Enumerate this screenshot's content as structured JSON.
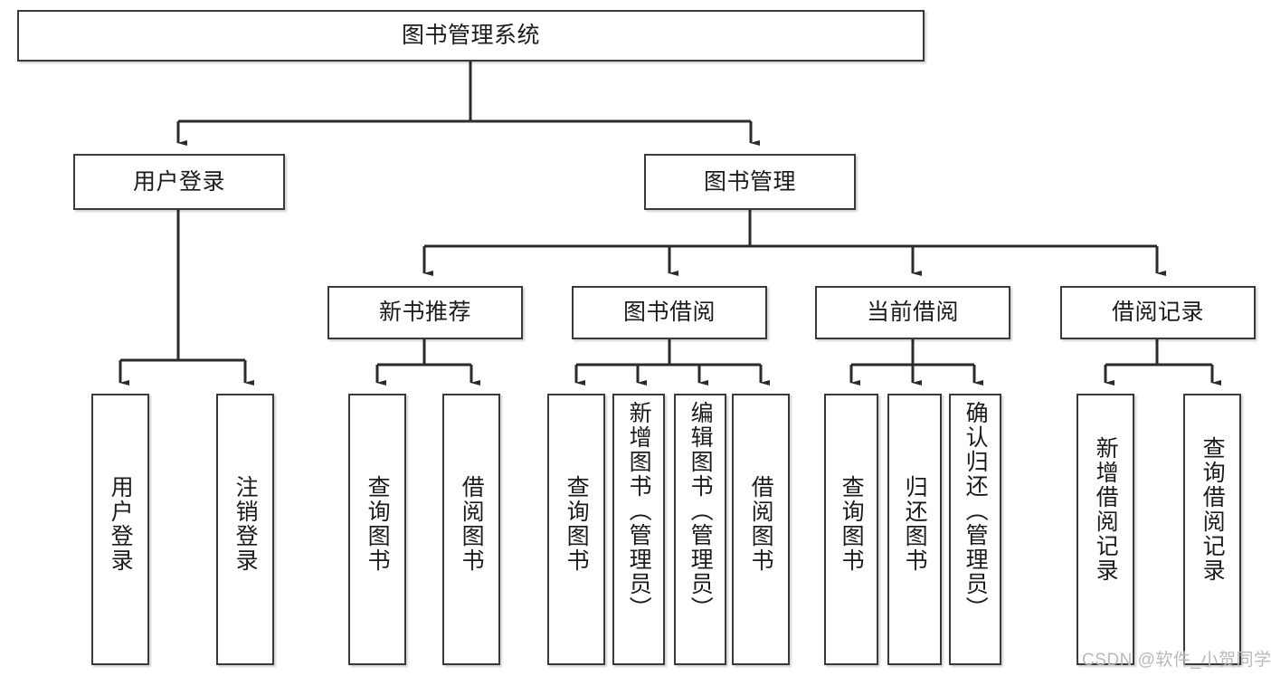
{
  "diagram": {
    "type": "tree-hierarchy",
    "title": "图书管理系统",
    "watermark": "CSDN @软件_小贺同学",
    "colors": {
      "border": "#3a3a3a",
      "background": "#ffffff",
      "text": "#1b1b1b",
      "connector": "#2b2b2b",
      "watermark": "#b9b9b9"
    },
    "levels": {
      "root": {
        "label": "图书管理系统"
      },
      "level2": [
        {
          "label": "用户登录"
        },
        {
          "label": "图书管理"
        }
      ],
      "level3": [
        {
          "label": "新书推荐"
        },
        {
          "label": "图书借阅"
        },
        {
          "label": "当前借阅"
        },
        {
          "label": "借阅记录"
        }
      ],
      "leaves": {
        "user_login": [
          {
            "label": "用户登录"
          },
          {
            "label": "注销登录"
          }
        ],
        "new_book_recommend": [
          {
            "label": "查询图书"
          },
          {
            "label": "借阅图书"
          }
        ],
        "book_borrow": [
          {
            "label": "查询图书"
          },
          {
            "label": "新增图书（管理员）"
          },
          {
            "label": "编辑图书（管理员）"
          },
          {
            "label": "借阅图书"
          }
        ],
        "current_borrow": [
          {
            "label": "查询图书"
          },
          {
            "label": "归还图书"
          },
          {
            "label": "确认归还（管理员）"
          }
        ],
        "borrow_record": [
          {
            "label": "新增借阅记录"
          },
          {
            "label": "查询借阅记录"
          }
        ]
      }
    }
  }
}
